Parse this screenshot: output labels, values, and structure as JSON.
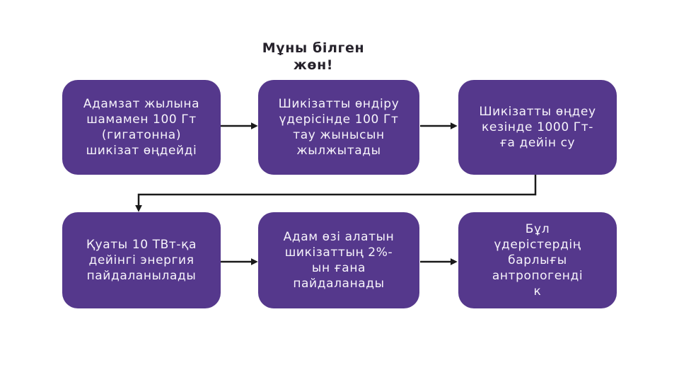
{
  "slide": {
    "title": "Мұны білген\nжөн!",
    "steps": [
      {
        "text": "Адамзат жылына\nшамамен 100 Гт\n(гигатонна)\nшикізат өңдейді"
      },
      {
        "text": "Шикізатты өндіру\nүдерісінде 100 Гт\nтау жынысын\nжылжытады"
      },
      {
        "text": "Шикізатты өңдеу\nкезінде 1000 Гт-\nға дейін су"
      },
      {
        "text": "Қуаты 10 ТВт-қа\nдейінгі энергия\nпайдаланылады"
      },
      {
        "text": "Адам өзі алатын\nшикізаттың 2%-\nын ғана\nпайдаланады"
      },
      {
        "text": "Бұл\nүдерістердің\nбарлығы\nантропогенді\nк"
      }
    ],
    "colors": {
      "box_fill": "#55388C",
      "box_text": "#F7F4FB",
      "title_text": "#26222B",
      "arrow": "#1A1A1A",
      "background": "#FFFFFF"
    }
  }
}
